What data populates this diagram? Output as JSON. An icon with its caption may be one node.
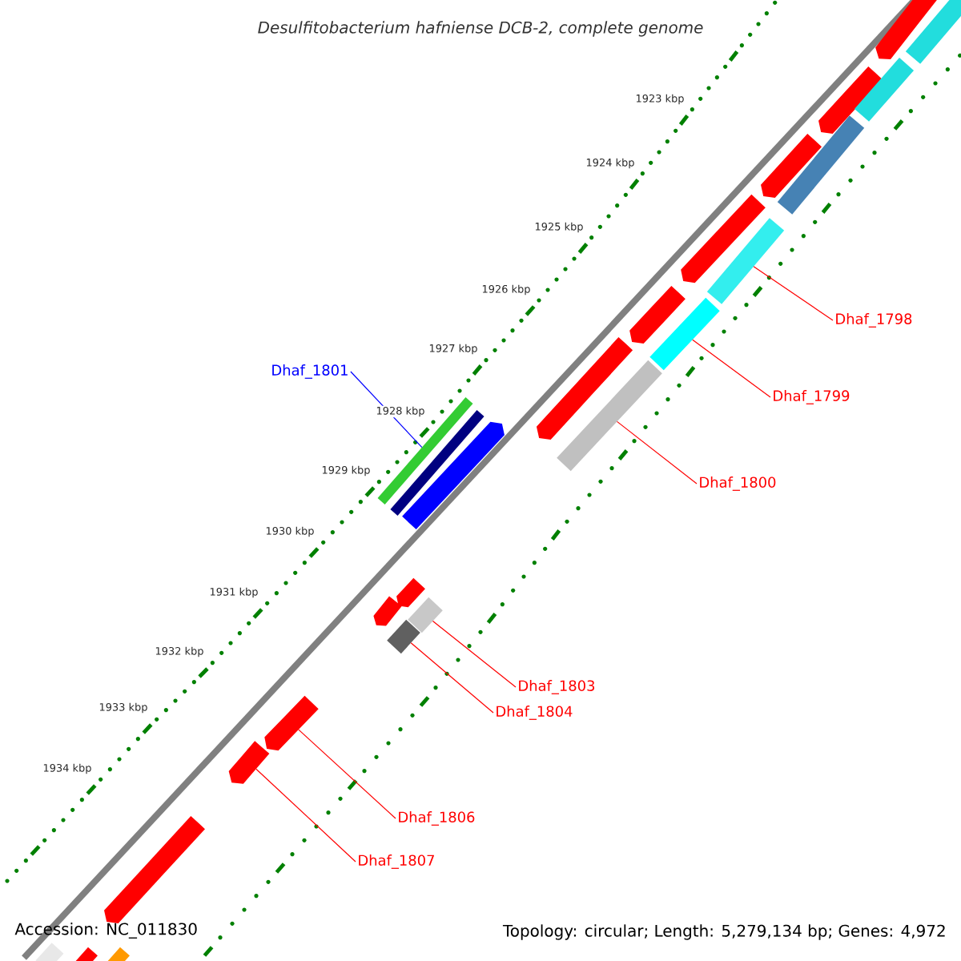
{
  "diagram": {
    "title": "Desulfitobacterium hafniense DCB-2, complete genome",
    "nodes": [
      {
        "text": [
          "Dhaf_1798"
        ]
      },
      {
        "text": [
          "Dhaf_1799"
        ]
      },
      {
        "text": [
          "Dhaf_1800"
        ]
      },
      {
        "text": [
          "Dhaf_1801"
        ]
      },
      {
        "text": [
          "Dhaf_1803"
        ]
      },
      {
        "text": [
          "Dhaf_1804"
        ]
      },
      {
        "text": [
          "Dhaf_1806"
        ]
      },
      {
        "text": [
          "Dhaf_1807"
        ]
      },
      {
        "text": [],
        "shape": "bar"
      },
      {
        "text": [],
        "shape": "bar"
      },
      {
        "text": [],
        "shape": "bar"
      },
      {
        "text": [],
        "shape": "bar"
      },
      {
        "text": [],
        "shape": "bar"
      },
      {
        "text": [],
        "shape": "bar"
      },
      {
        "text": [],
        "shape": "arrow"
      },
      {
        "text": [],
        "shape": "arrow"
      },
      {
        "text": [],
        "shape": "arrow"
      },
      {
        "text": [],
        "shape": "arrow"
      },
      {
        "text": [],
        "shape": "arrow"
      },
      {
        "text": [],
        "shape": "arrow"
      },
      {
        "text": [],
        "shape": "arrow"
      },
      {
        "text": [],
        "shape": "arrow"
      },
      {
        "text": [],
        "shape": "bar"
      },
      {
        "text": [],
        "shape": "bar"
      },
      {
        "text": [],
        "shape": "bar"
      },
      {
        "text": [],
        "shape": "bar"
      },
      {
        "text": [],
        "shape": "arrow"
      },
      {
        "text": [],
        "shape": "arrow"
      },
      {
        "text": [],
        "shape": "arrow"
      },
      {
        "text": [],
        "shape": "arrow"
      },
      {
        "text": [],
        "shape": "bar"
      },
      {
        "text": [],
        "shape": "bar"
      },
      {
        "text": [],
        "shape": "bar"
      }
    ],
    "edges": [
      {
        "from": 0,
        "to": 8,
        "arrow": "none"
      },
      {
        "from": 1,
        "to": 9,
        "arrow": "none"
      },
      {
        "from": 2,
        "to": 10,
        "arrow": "none"
      },
      {
        "from": 3,
        "to": 11,
        "arrow": "none",
        "color": "#0000ff"
      },
      {
        "from": 4,
        "to": 12,
        "arrow": "none"
      },
      {
        "from": 5,
        "to": 13,
        "arrow": "none"
      },
      {
        "from": 6,
        "to": 14,
        "arrow": "none"
      },
      {
        "from": 7,
        "to": 15,
        "arrow": "none"
      }
    ],
    "labels": [
      "1923 kbp",
      "1924 kbp",
      "1925 kbp",
      "1926 kbp",
      "1927 kbp",
      "1928 kbp",
      "1929 kbp",
      "1930 kbp",
      "1931 kbp",
      "1932 kbp",
      "1933 kbp",
      "1934 kbp",
      "Accession: NC_011830",
      "Topology: circular; Length: 5,279,134 bp; Genes: 4,972"
    ]
  }
}
